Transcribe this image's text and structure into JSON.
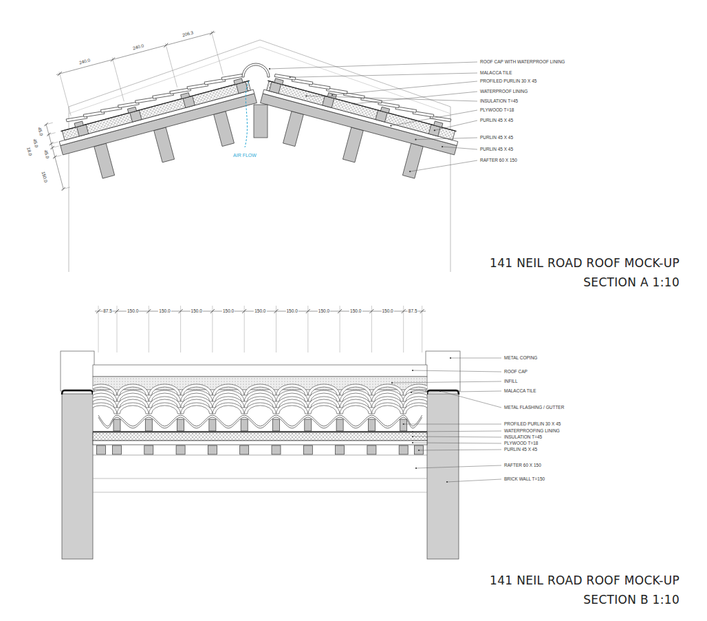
{
  "diagram": {
    "labels": [
      "240.0",
      "240.0",
      "206.3",
      "45.0",
      "45.0",
      "18.0",
      "45.0",
      "150.0",
      "AIR FLOW",
      "ROOF CAP WITH WATERPROOF LINING",
      "MALACCA TILE",
      "PROFILED PURLIN 30 X 45",
      "WATERPROOF LINING",
      "INSULATION T=45",
      "PLYWOOD T=18",
      "PURLIN 45 X 45",
      "PURLIN 45 X 45",
      "PURLIN 45 X 45",
      "RAFTER 60 X 150",
      "141 NEIL ROAD ROOF MOCK-UP",
      "SECTION A 1:10",
      "87.5",
      "150.0",
      "150.0",
      "150.0",
      "150.0",
      "150.0",
      "150.0",
      "150.0",
      "150.0",
      "150.0",
      "87.5",
      "METAL COPING",
      "ROOF CAP",
      "INFILL",
      "MALACCA TILE",
      "METAL FLASHING / GUTTER",
      "PROFILED PURLIN 30 X 45",
      "WATERPROOFING LINING",
      "INSULATION T=45",
      "PLYWOOD T=18",
      "PURLIN 45 X 45",
      "RAFTER 60 X 150",
      "BRICK WALL T=150",
      "141 NEIL ROAD ROOF MOCK-UP",
      "SECTION B 1:10"
    ]
  }
}
